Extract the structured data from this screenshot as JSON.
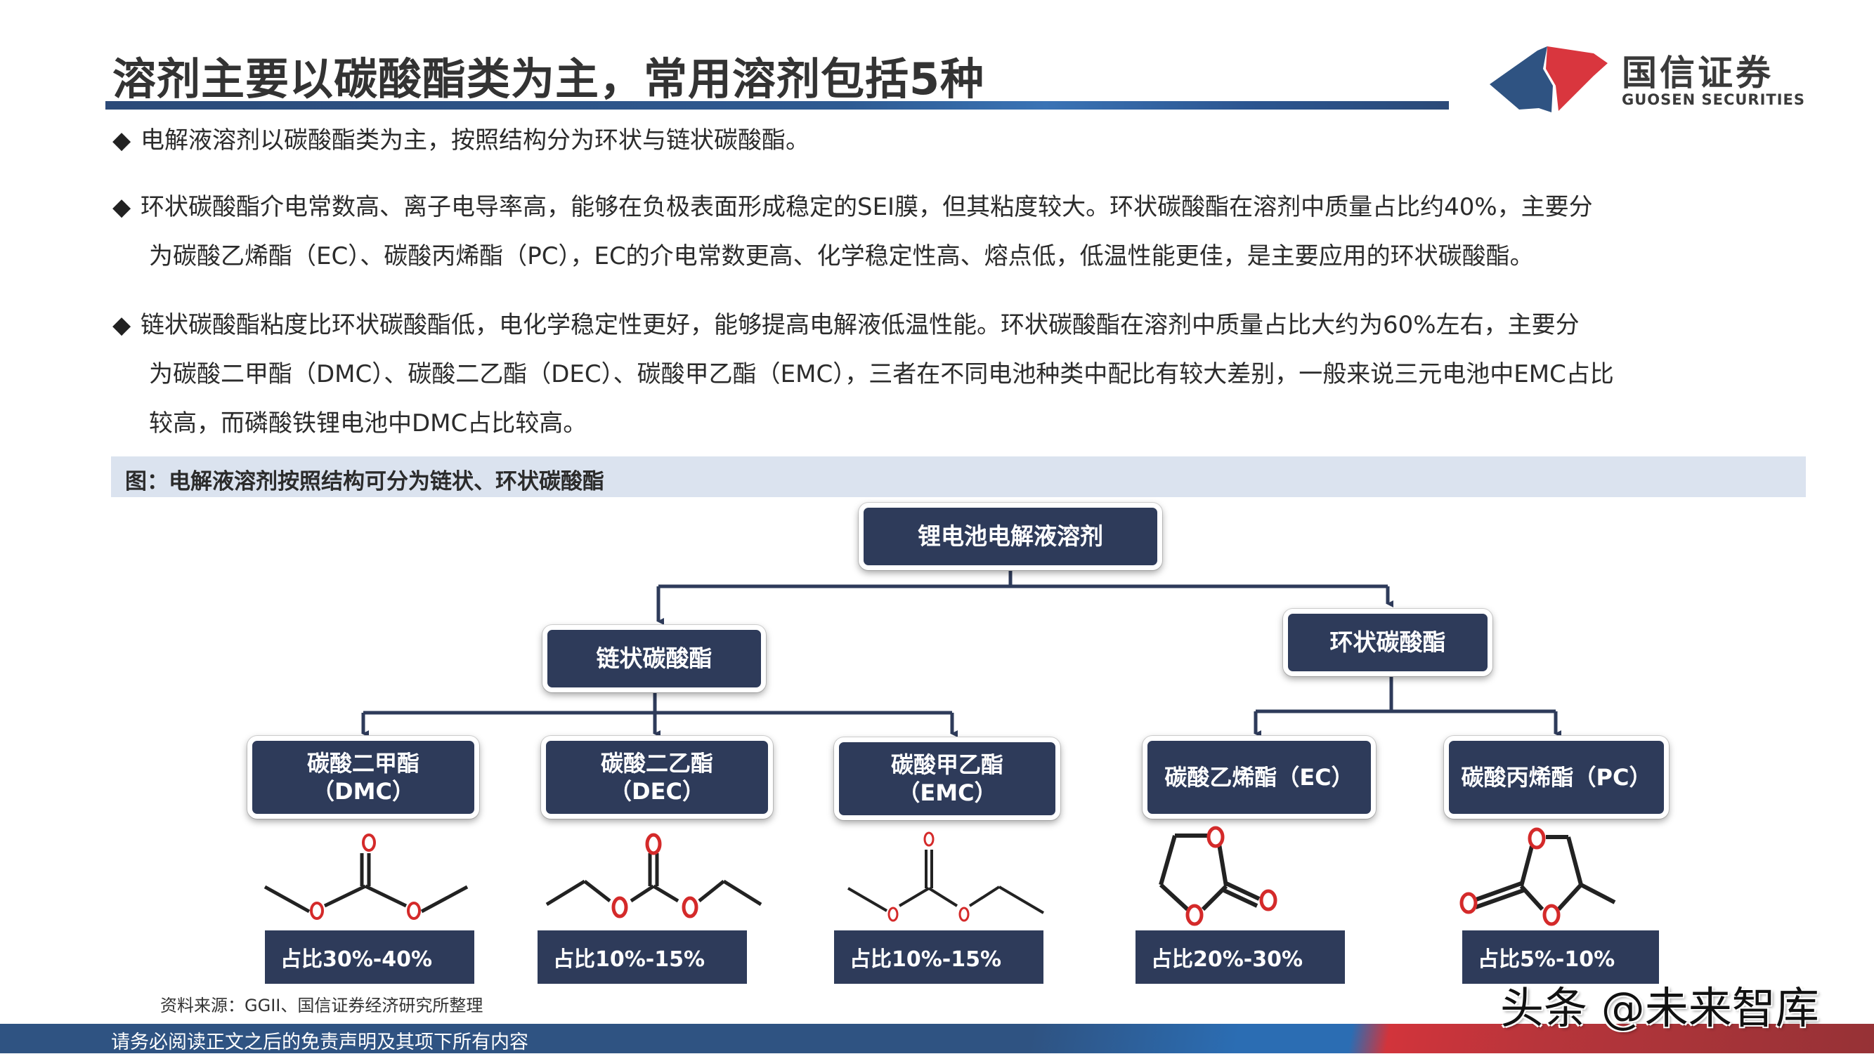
{
  "header": {
    "title": "溶剂主要以碳酸酯类为主，常用溶剂包括5种",
    "logo_cn": "国信证券",
    "logo_en": "GUOSEN SECURITIES",
    "accent_blue": "#2f5382",
    "accent_red": "#d2343b"
  },
  "bullets": [
    {
      "lines": [
        "电解液溶剂以碳酸酯类为主，按照结构分为环状与链状碳酸酯。"
      ]
    },
    {
      "lines": [
        "环状碳酸酯介电常数高、离子电导率高，能够在负极表面形成稳定的SEI膜，但其粘度较大。环状碳酸酯在溶剂中质量占比约40%，主要分",
        "为碳酸乙烯酯（EC）、碳酸丙烯酯（PC），EC的介电常数更高、化学稳定性高、熔点低，低温性能更佳，是主要应用的环状碳酸酯。"
      ]
    },
    {
      "lines": [
        "链状碳酸酯粘度比环状碳酸酯低，电化学稳定性更好，能够提高电解液低温性能。环状碳酸酯在溶剂中质量占比大约为60%左右，主要分",
        "为碳酸二甲酯（DMC）、碳酸二乙酯（DEC）、碳酸甲乙酯（EMC），三者在不同电池种类中配比有较大差别，一般来说三元电池中EMC占比",
        "较高，而磷酸铁锂电池中DMC占比较高。"
      ]
    }
  ],
  "figure": {
    "caption": "图：电解液溶剂按照结构可分为链状、环状碳酸酯",
    "root": "锂电池电解液溶剂",
    "branches": {
      "chain": "链状碳酸酯",
      "ring": "环状碳酸酯"
    },
    "leaves": [
      {
        "name": "碳酸二甲酯",
        "abbr": "（DMC）",
        "share": "占比30%-40%",
        "branch": "chain"
      },
      {
        "name": "碳酸二乙酯",
        "abbr": "（DEC）",
        "share": "占比10%-15%",
        "branch": "chain"
      },
      {
        "name": "碳酸甲乙酯",
        "abbr": "（EMC）",
        "share": "占比10%-15%",
        "branch": "chain"
      },
      {
        "name": "碳酸乙烯酯（EC）",
        "abbr": "",
        "share": "占比20%-30%",
        "branch": "ring"
      },
      {
        "name": "碳酸丙烯酯（PC）",
        "abbr": "",
        "share": "占比5%-10%",
        "branch": "ring"
      }
    ],
    "atom_label": "O",
    "node_color": "#2e3b5a",
    "oxygen_color": "#d42a2a"
  },
  "source": "资料来源：GGII、国信证券经济研究所整理",
  "footer": {
    "disclaimer": "请务必阅读正文之后的免责声明及其项下所有内容"
  },
  "watermark": "头条 @未来智库",
  "bullet_symbol": "◆"
}
